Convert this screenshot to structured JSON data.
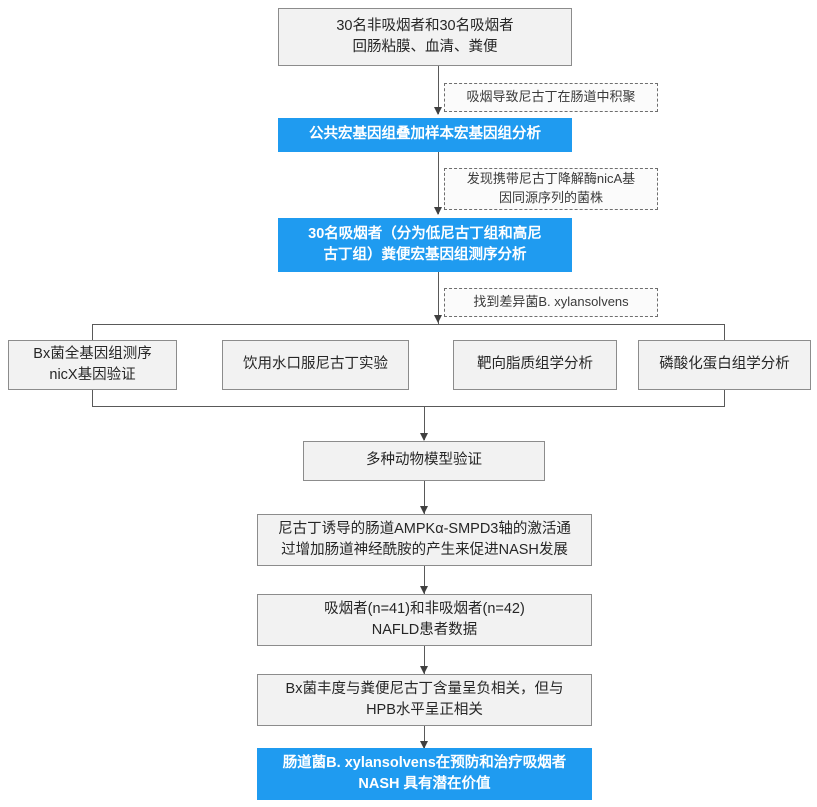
{
  "diagram": {
    "title": "Nicotine / gut microbiota NASH study flowchart",
    "colors": {
      "accent_blue": "#1f9bf0",
      "box_fill": "#f2f2f2",
      "box_border": "#8c8c8c",
      "dashed_border": "#6e6e6e",
      "connector": "#595959",
      "text": "#262626",
      "blue_text": "#ffffff"
    },
    "nodes": [
      {
        "id": "n1",
        "type": "solid",
        "text": "30名非吸烟者和30名吸烟者\n回肠粘膜、血清、粪便"
      },
      {
        "id": "a1",
        "type": "dashed",
        "text": "吸烟导致尼古丁在肠道中积聚"
      },
      {
        "id": "n2",
        "type": "blue",
        "text": "公共宏基因组叠加样本宏基因组分析"
      },
      {
        "id": "a2",
        "type": "dashed",
        "text": "发现携带尼古丁降解酶nicA基\n因同源序列的菌株"
      },
      {
        "id": "n3",
        "type": "blue",
        "text": "30名吸烟者（分为低尼古丁组和高尼\n古丁组）粪便宏基因组测序分析"
      },
      {
        "id": "a3",
        "type": "dashed",
        "text": "找到差异菌B. xylansolvens"
      },
      {
        "id": "n4a",
        "type": "solid",
        "text": "Bx菌全基因组测序\nnicX基因验证"
      },
      {
        "id": "n4b",
        "type": "solid",
        "text": "饮用水口服尼古丁实验"
      },
      {
        "id": "n4c",
        "type": "solid",
        "text": "靶向脂质组学分析"
      },
      {
        "id": "n4d",
        "type": "solid",
        "text": "磷酸化蛋白组学分析"
      },
      {
        "id": "n5",
        "type": "solid",
        "text": "多种动物模型验证"
      },
      {
        "id": "n6",
        "type": "solid",
        "text": "尼古丁诱导的肠道AMPKα-SMPD3轴的激活通\n过增加肠道神经酰胺的产生来促进NASH发展"
      },
      {
        "id": "n7",
        "type": "solid",
        "text": "吸烟者(n=41)和非吸烟者(n=42)\nNAFLD患者数据"
      },
      {
        "id": "n8",
        "type": "solid",
        "text": "Bx菌丰度与粪便尼古丁含量呈负相关，但与\nHPB水平呈正相关"
      },
      {
        "id": "n9",
        "type": "blue",
        "text": "肠道菌B. xylansolvens在预防和治疗吸烟者\nNASH 具有潜在价值"
      }
    ]
  }
}
